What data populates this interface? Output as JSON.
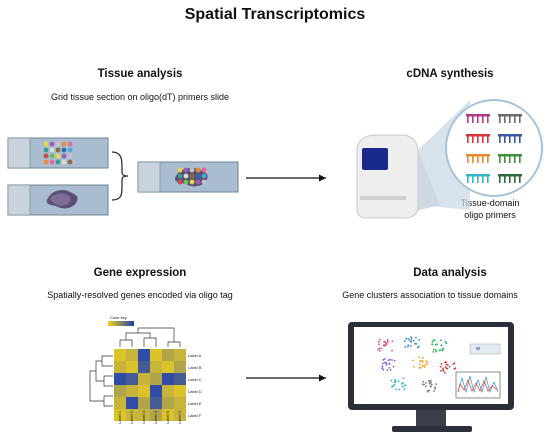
{
  "title": "Spatial Transcriptomics",
  "panels": {
    "tissue_analysis": {
      "heading": "Tissue analysis",
      "description": "Grid tissue section on oligo(dT) primers slide"
    },
    "cdna_synthesis": {
      "heading": "cDNA synthesis",
      "primer_caption_line1": "Tissue-domain",
      "primer_caption_line2": "oligo primers",
      "primer_colors": [
        "#b03a8a",
        "#6b6b6b",
        "#d8343c",
        "#3a57a8",
        "#e58a2a",
        "#3f8f3a",
        "#37b6c8",
        "#2e6b3a"
      ]
    },
    "gene_expression": {
      "heading": "Gene expression",
      "description": "Spatially-resolved genes encoded via oligo tag",
      "color_key_label": "Color key",
      "row_labels": [
        "Label A",
        "Label B",
        "Label C",
        "Label D",
        "Label E",
        "Label F"
      ],
      "col_labels": [
        "Label 1",
        "Label 2",
        "Label 3",
        "Label 4",
        "Label 5",
        "Label 6"
      ]
    },
    "data_analysis": {
      "heading": "Data analysis",
      "description": "Gene clusters association to tissue domains"
    }
  },
  "colors": {
    "slide": "#9fb3c8",
    "heatmap_high": "#1a3db5",
    "heatmap_low": "#f2d21b",
    "instrument": "#e8e8e8",
    "screen": "#1a2a8a"
  }
}
